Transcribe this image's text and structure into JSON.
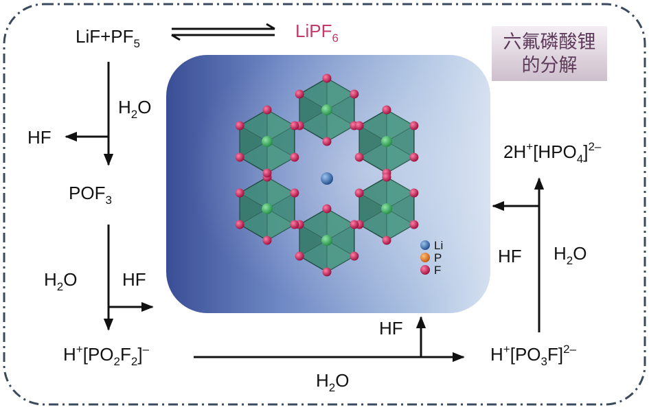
{
  "title": {
    "line1": "六氟磷酸锂",
    "line2": "的分解"
  },
  "species": {
    "lif_pf5": {
      "main": "LiF+PF",
      "sub": "5"
    },
    "lipf6": {
      "main": "LiPF",
      "sub": "6"
    },
    "pof3": {
      "main": "POF",
      "sub": "3"
    },
    "h_po2f2": {
      "a": "H",
      "sup_plus": "+",
      "b": "[PO",
      "sub2a": "2",
      "c": "F",
      "sub2b": "2",
      "d": "]",
      "sup_minus": "–"
    },
    "h_po3f": {
      "a": "H",
      "sup_plus": "+",
      "b": "[PO",
      "sub3": "3",
      "c": "F]",
      "sup": "2–"
    },
    "h2_hpo4": {
      "a": "2H",
      "sup_plus": "+",
      "b": "[HPO",
      "sub4": "4",
      "c": "]",
      "sup": "2–"
    }
  },
  "reagents": {
    "h2o_top": {
      "h": "H",
      "sub": "2",
      "o": "O"
    },
    "hf_left_top": "HF",
    "h2o_left_mid": {
      "h": "H",
      "sub": "2",
      "o": "O"
    },
    "hf_left_mid": "HF",
    "h2o_bottom": {
      "h": "H",
      "sub": "2",
      "o": "O"
    },
    "hf_bottom": "HF",
    "hf_right": "HF",
    "h2o_right": {
      "h": "H",
      "sub": "2",
      "o": "O"
    }
  },
  "legend": [
    {
      "label": "Li",
      "color": "#2f5fa0"
    },
    {
      "label": "P",
      "color": "#e0701a"
    },
    {
      "label": "F",
      "color": "#b0194a"
    }
  ],
  "colors": {
    "lipf6_text": "#c23a6a",
    "octahedron": "#3f8a78",
    "fluorine": "#b0194a",
    "center_p": "#35b060",
    "lithium": "#2f5fa0",
    "border": "#3a4a5c"
  }
}
